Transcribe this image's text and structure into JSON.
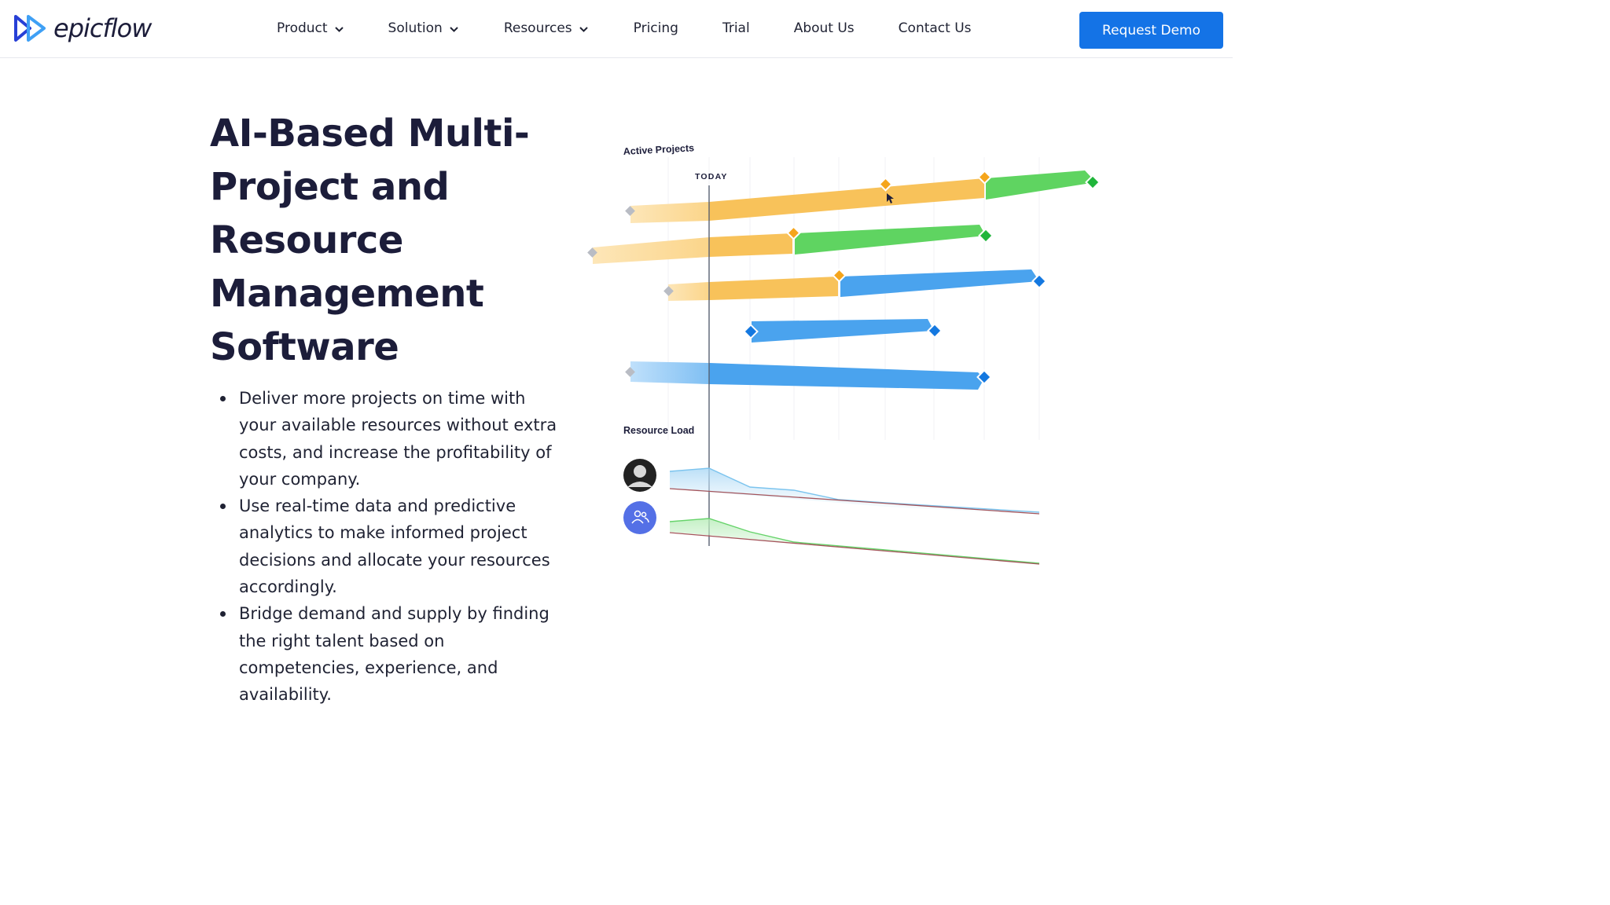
{
  "header": {
    "logo_text": "epicflow",
    "nav": [
      {
        "label": "Product",
        "dropdown": true
      },
      {
        "label": "Solution",
        "dropdown": true
      },
      {
        "label": "Resources",
        "dropdown": true
      },
      {
        "label": "Pricing",
        "dropdown": false
      },
      {
        "label": "Trial",
        "dropdown": false
      },
      {
        "label": "About Us",
        "dropdown": false
      },
      {
        "label": "Contact Us",
        "dropdown": false
      }
    ],
    "cta_label": "Request Demo"
  },
  "hero": {
    "title": "AI-Based Multi-Project and Resource Management Software",
    "bullets": [
      "Deliver more projects on time with your available resources without extra costs, and increase the profitability of your company.",
      "Use real-time data and predictive analytics to make informed project decisions and allocate your resources accordingly.",
      "Bridge demand and supply by finding the right talent based on competencies, experience, and availability."
    ]
  },
  "illustration": {
    "active_projects_label": "Active Projects",
    "today_label": "TODAY",
    "resource_load_label": "Resource Load"
  },
  "colors": {
    "accent": "#1473e6",
    "title": "#1c1d3a",
    "bar_orange": "#f8c25a",
    "bar_green": "#5fd461",
    "bar_blue": "#4aa3ee"
  }
}
